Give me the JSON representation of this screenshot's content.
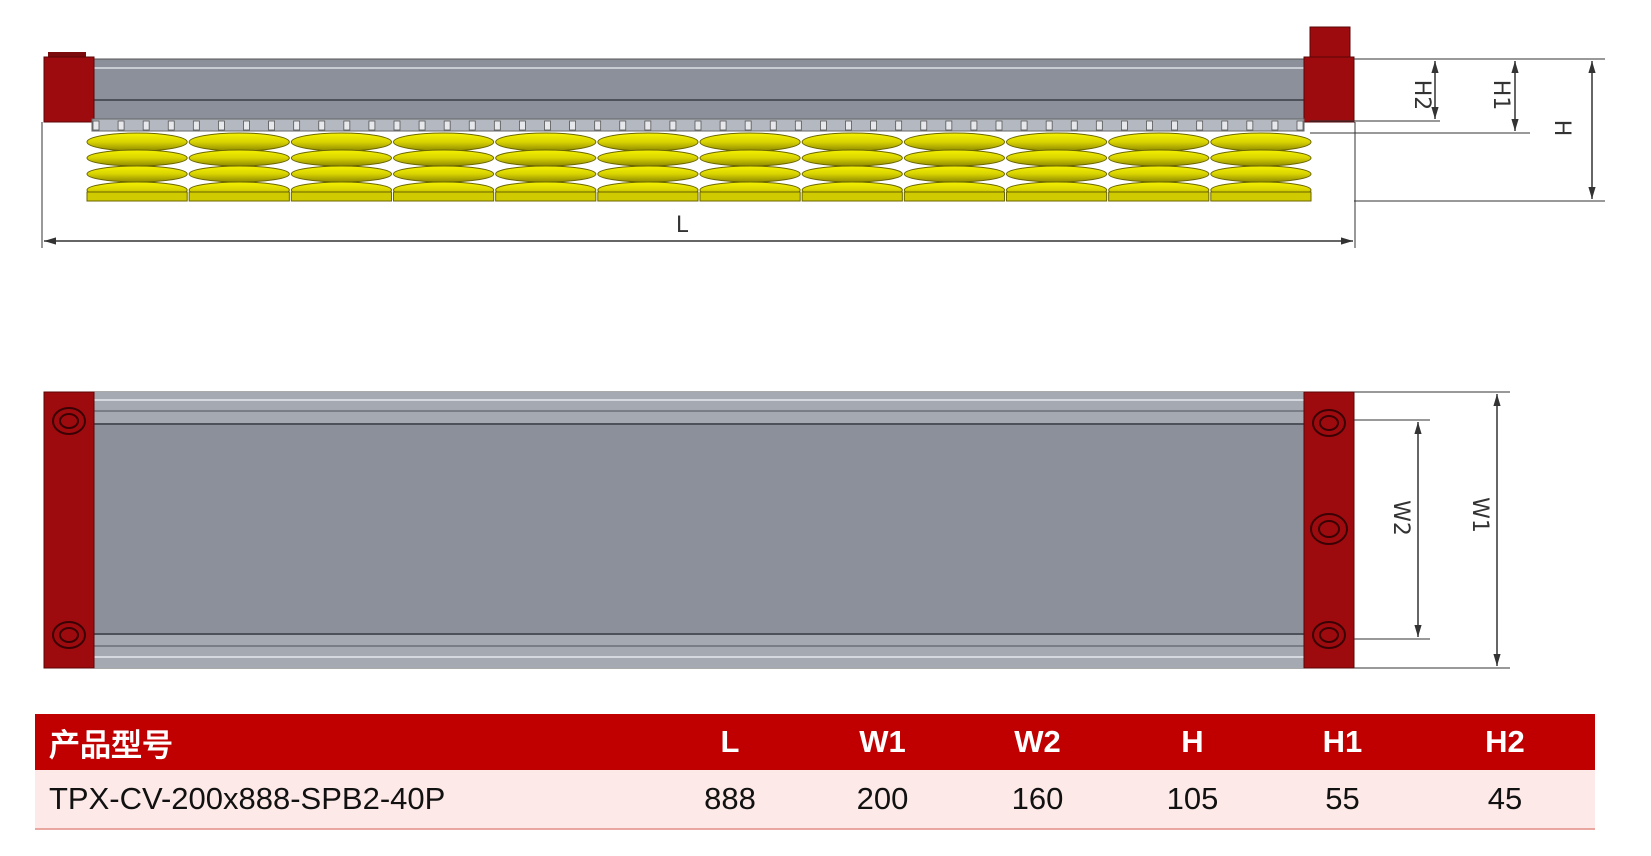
{
  "diagram": {
    "dimension_labels": {
      "length": "L",
      "height": "H",
      "height1": "H1",
      "height2": "H2",
      "width1": "W1",
      "width2": "W2"
    },
    "suction_cup_count": 12,
    "colors": {
      "body_gray": "#8b909b",
      "end_cap_red": "#9e0b0f",
      "suction_cup_yellow": "#e5e000",
      "table_header_red": "#c00000",
      "table_row_pink": "#fde9e7"
    }
  },
  "table": {
    "headers": [
      "产品型号",
      "L",
      "W1",
      "W2",
      "H",
      "H1",
      "H2"
    ],
    "rows": [
      [
        "TPX-CV-200x888-SPB2-40P",
        "888",
        "200",
        "160",
        "105",
        "55",
        "45"
      ]
    ]
  }
}
